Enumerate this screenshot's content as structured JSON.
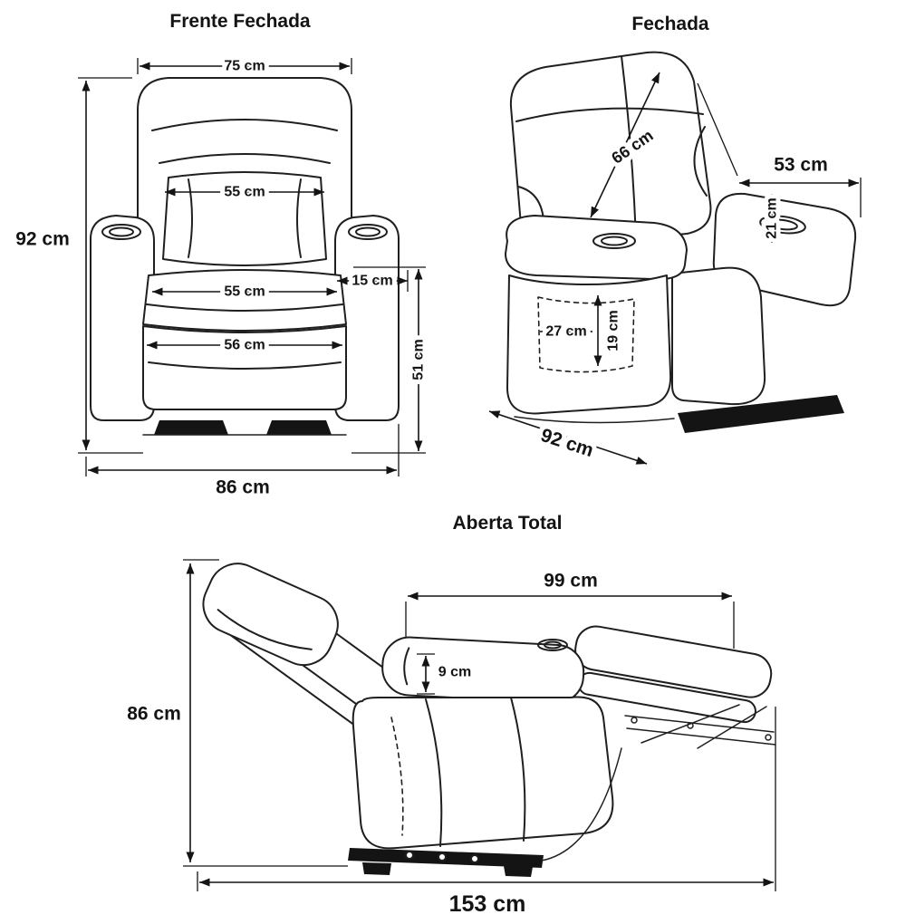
{
  "views": {
    "front": {
      "title": "Frente Fechada",
      "dim_top_width": "75 cm",
      "dim_height": "92 cm",
      "dim_backrest_width": "55 cm",
      "dim_seat_width": "55 cm",
      "dim_armrest_width": "15 cm",
      "dim_seat_front_width": "56 cm",
      "dim_seat_height": "51 cm",
      "dim_total_width": "86 cm"
    },
    "side": {
      "title": "Fechada",
      "dim_backrest_length": "66 cm",
      "dim_top_depth": "53 cm",
      "dim_armrest_drop": "21 cm",
      "dim_pocket_width": "27 cm",
      "dim_pocket_height": "19 cm",
      "dim_depth": "92 cm"
    },
    "open": {
      "title": "Aberta Total",
      "dim_upper_length": "99 cm",
      "dim_armrest_thickness": "9 cm",
      "dim_height": "86 cm",
      "dim_total_length": "153 cm"
    }
  },
  "colors": {
    "ink": "#141414",
    "paper": "#ffffff"
  }
}
